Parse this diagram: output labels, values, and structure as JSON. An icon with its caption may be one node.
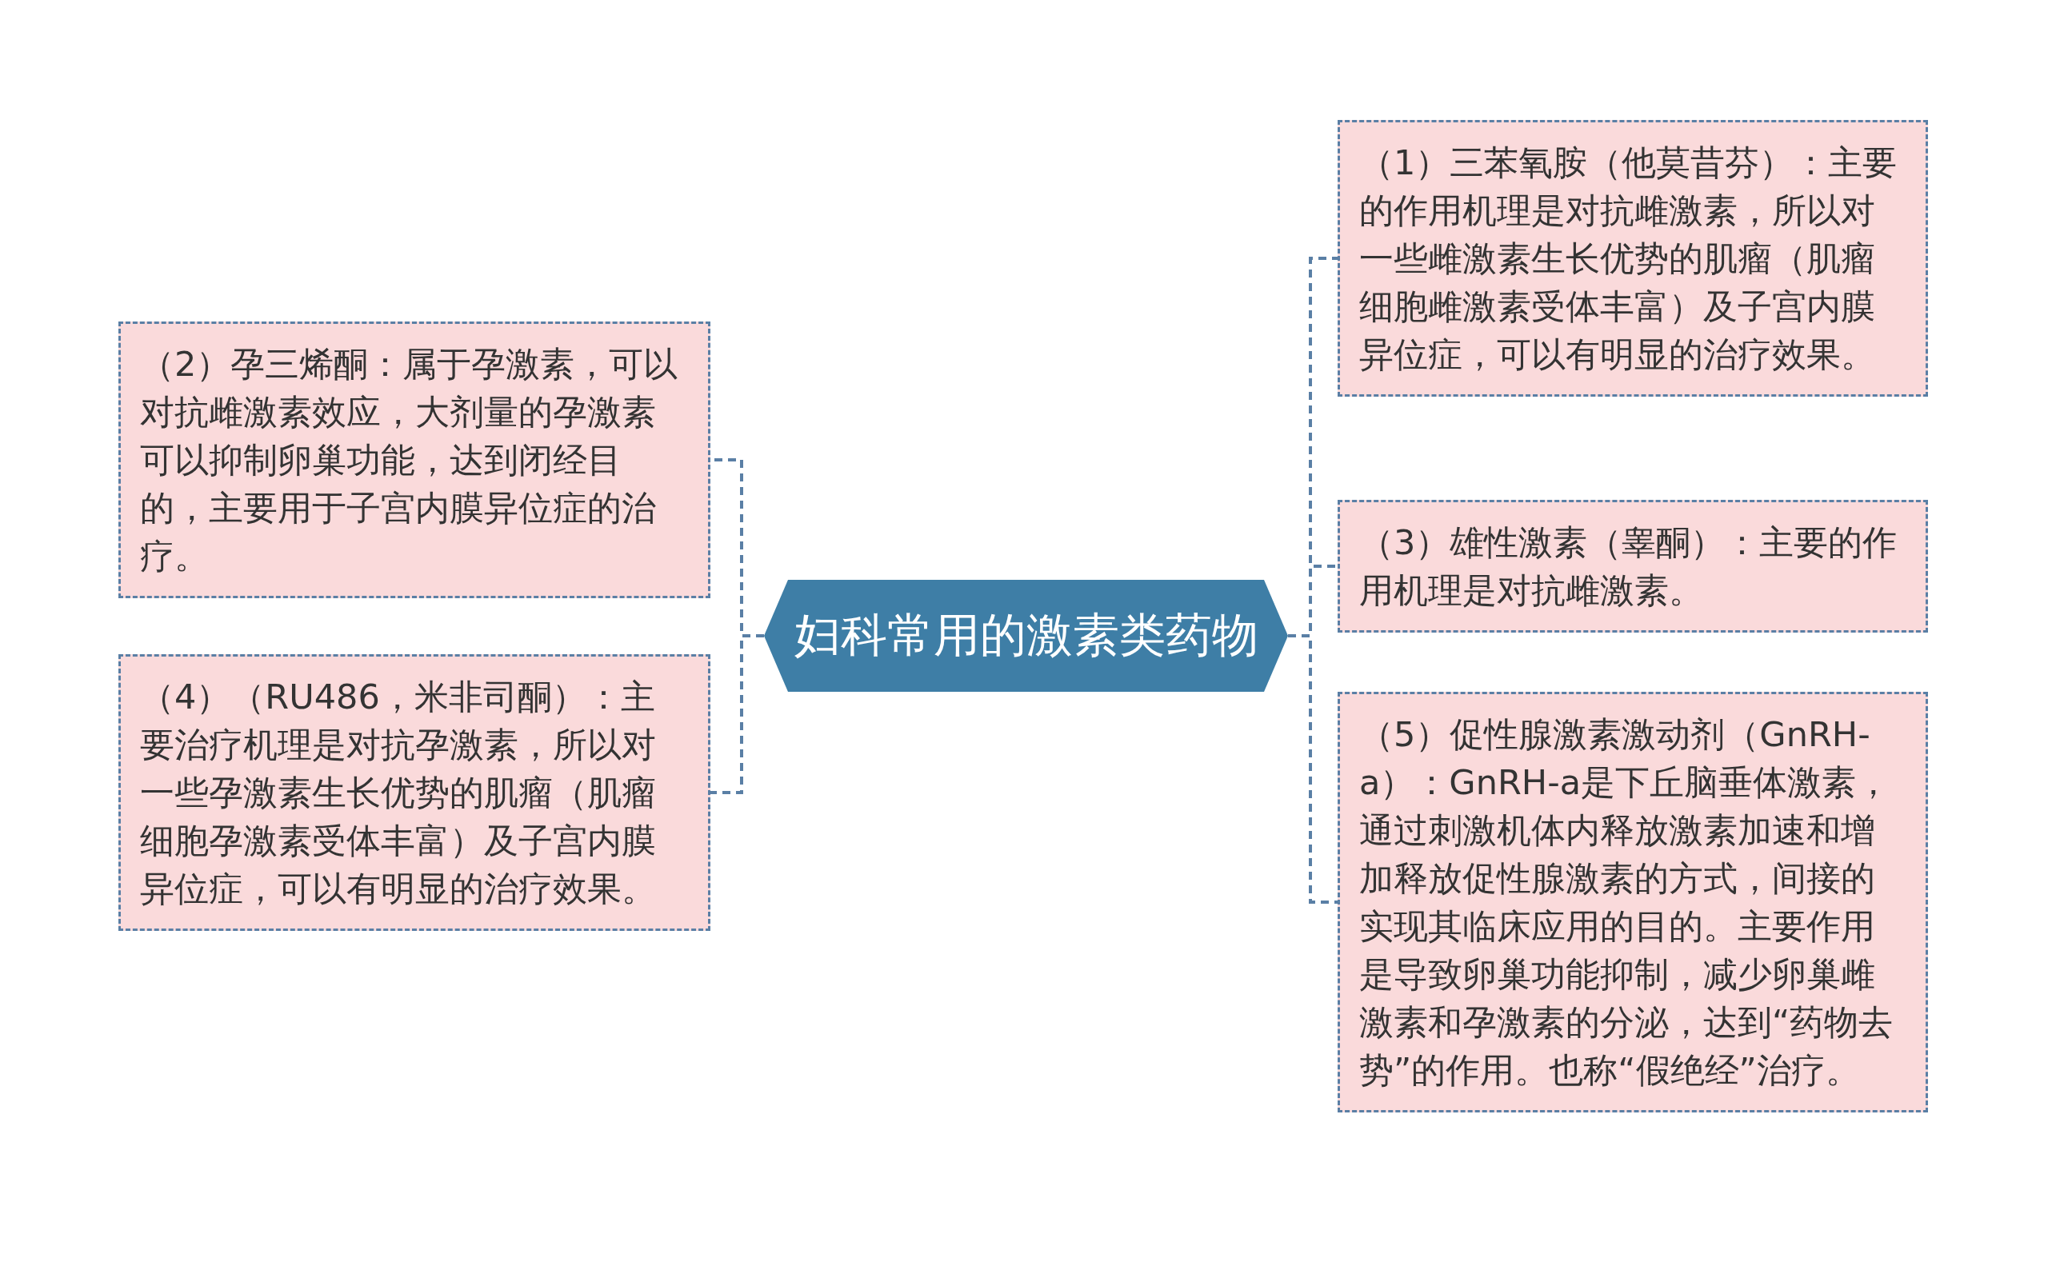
{
  "diagram": {
    "nodes": [
      {
        "text": [
          "妇科常用的激素类药物"
        ]
      },
      {
        "text": [
          "（1）三苯氧胺（他莫昔芬）：主要的作用机理是对抗雌激素，所以对一些雌激素生长优势的肌瘤（肌瘤细胞雌激素受体丰富）及子宫内膜异位症，可以有明显的治疗效果。"
        ]
      },
      {
        "text": [
          "（2）孕三烯酮：属于孕激素，可以对抗雌激素效应，大剂量的孕激素可以抑制卵巢功能，达到闭经目的，主要用于子宫内膜异位症的治疗。"
        ]
      },
      {
        "text": [
          "（3）雄性激素（睾酮）：主要的作用机理是对抗雌激素。"
        ]
      },
      {
        "text": [
          "（4）（RU486，米非司酮）：主要治疗机理是对抗孕激素，所以对一些孕激素生长优势的肌瘤（肌瘤细胞孕激素受体丰富）及子宫内膜异位症，可以有明显的治疗效果。"
        ]
      },
      {
        "text": [
          "（5）促性腺激素激动剂（GnRH-a）：GnRH-a是下丘脑垂体激素，通过刺激机体内释放激素加速和增加释放促性腺激素的方式，间接的实现其临床应用的目的。主要作用是导致卵巢功能抑制，减少卵巢雌激素和孕激素的分泌，达到“药物去势”的作用。也称“假绝经”治疗。"
        ]
      }
    ],
    "edges": [
      {
        "from": 0,
        "to": 1,
        "arrow": "none",
        "style": "dashed"
      },
      {
        "from": 0,
        "to": 2,
        "arrow": "none",
        "style": "dashed"
      },
      {
        "from": 0,
        "to": 3,
        "arrow": "none",
        "style": "dashed"
      },
      {
        "from": 0,
        "to": 4,
        "arrow": "none",
        "style": "dashed"
      },
      {
        "from": 0,
        "to": 5,
        "arrow": "none",
        "style": "dashed"
      }
    ]
  }
}
